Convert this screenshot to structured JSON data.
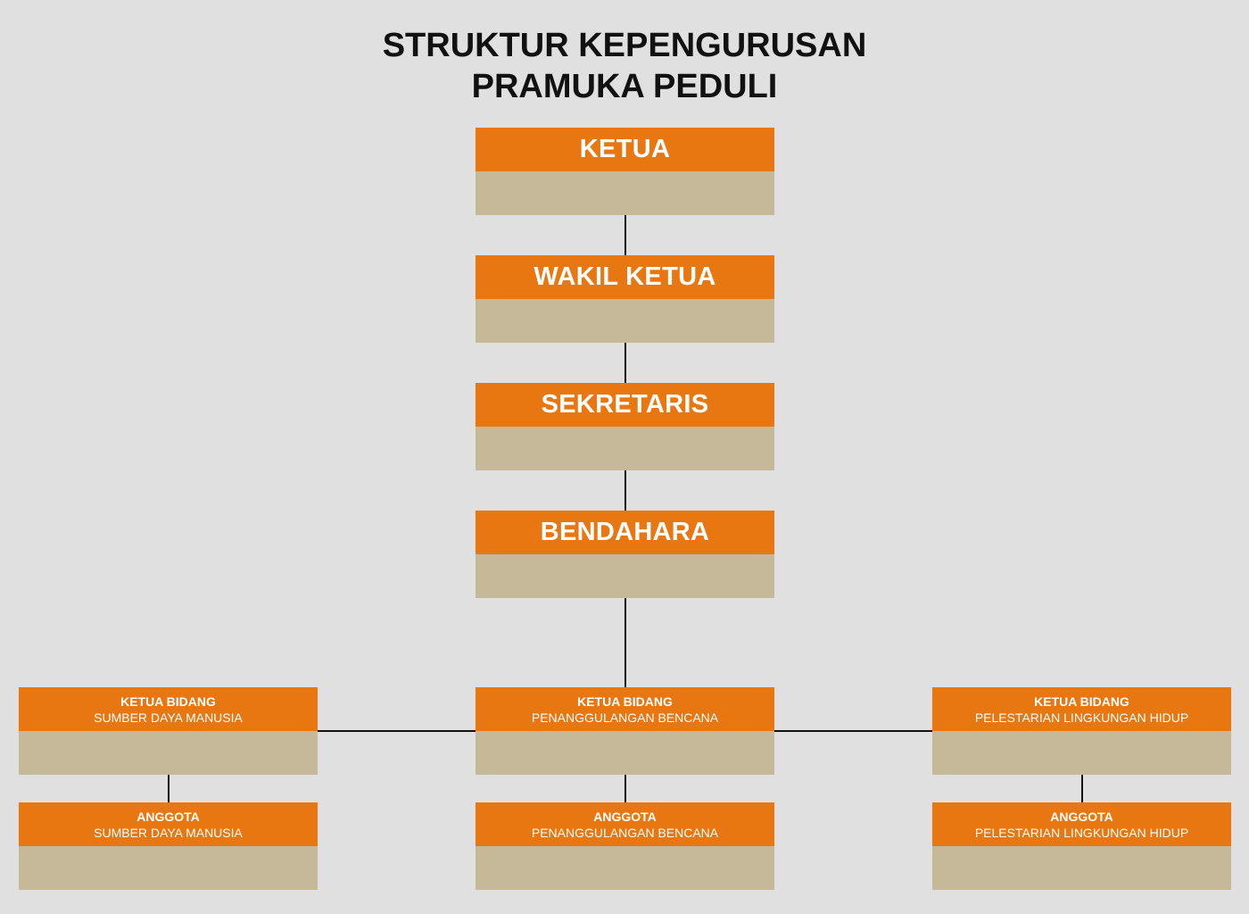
{
  "title": {
    "line1": "STRUKTUR KEPENGURUSAN",
    "line2": "PRAMUKA PEDULI"
  },
  "core": [
    {
      "label": "KETUA"
    },
    {
      "label": "WAKIL KETUA"
    },
    {
      "label": "SEKRETARIS"
    },
    {
      "label": "BENDAHARA"
    }
  ],
  "divisions": [
    {
      "lead_role": "KETUA BIDANG",
      "member_role": "ANGGOTA",
      "name": "SUMBER DAYA MANUSIA"
    },
    {
      "lead_role": "KETUA BIDANG",
      "member_role": "ANGGOTA",
      "name": "PENANGGULANGAN BENCANA"
    },
    {
      "lead_role": "KETUA BIDANG",
      "member_role": "ANGGOTA",
      "name": "PELESTARIAN LINGKUNGAN HIDUP"
    }
  ],
  "colors": {
    "background": "#e0e0e0",
    "header": "#e87712",
    "body": "#c5b999",
    "line": "#111111"
  }
}
